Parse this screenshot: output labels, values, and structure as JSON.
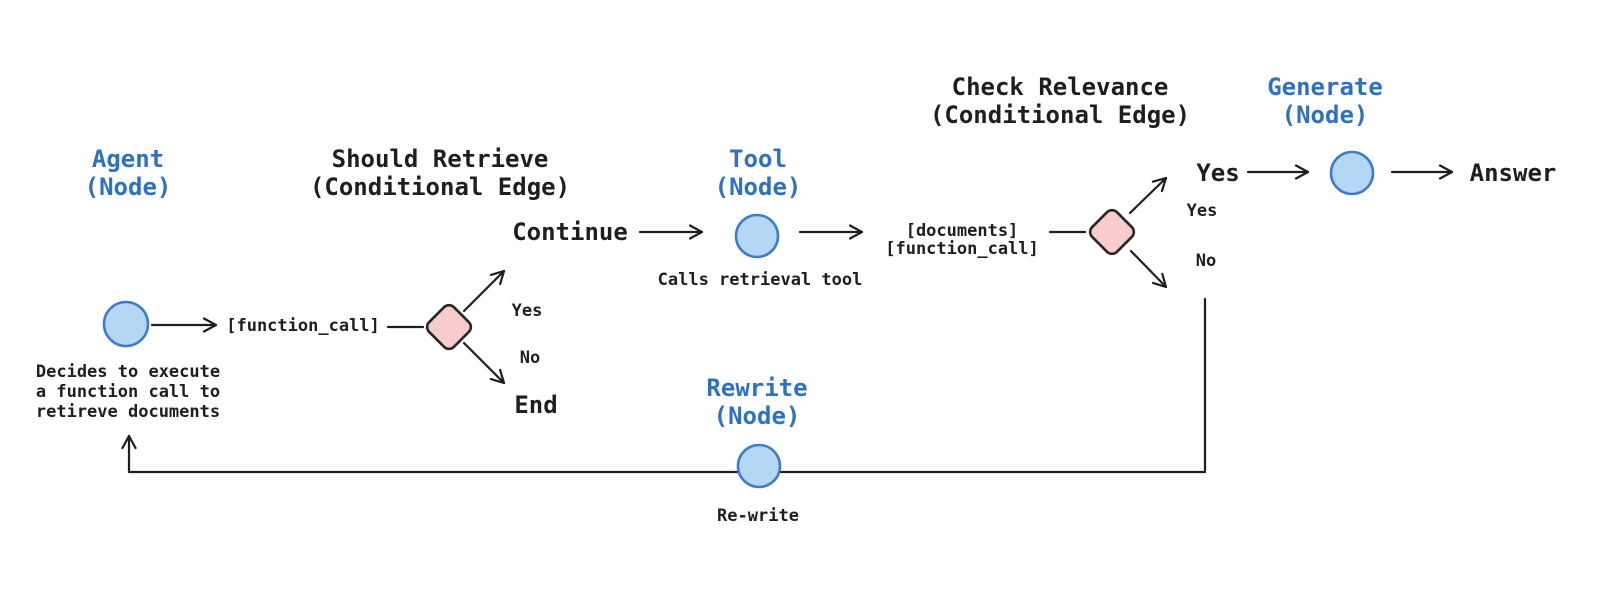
{
  "colors": {
    "text-dark": "#1e1e1e",
    "heading-blue": "#2e70c4",
    "node-fill": "#b4d7f6",
    "node-stroke": "#3f7dc7",
    "diamond-fill": "#f8cccc",
    "diamond-stroke": "#262626",
    "background": "#ffffff"
  },
  "nodes": {
    "agent": {
      "title_line1": "Agent",
      "title_line2": "(Node)",
      "caption_line1": "Decides to execute",
      "caption_line2": "a function call to",
      "caption_line3": "retireve documents"
    },
    "tool": {
      "title_line1": "Tool",
      "title_line2": "(Node)",
      "caption": "Calls retrieval tool"
    },
    "generate": {
      "title_line1": "Generate",
      "title_line2": "(Node)"
    },
    "rewrite": {
      "title_line1": "Rewrite",
      "title_line2": "(Node)",
      "caption": "Re-write"
    }
  },
  "edges": {
    "should_retrieve": {
      "title_line1": "Should Retrieve",
      "title_line2": "(Conditional Edge)",
      "input": "[function_call]",
      "yes_label": "Yes",
      "no_label": "No",
      "yes_target": "Continue",
      "no_target": "End"
    },
    "check_relevance": {
      "title_line1": "Check Relevance",
      "title_line2": "(Conditional Edge)",
      "input_line1": "[documents]",
      "input_line2": "[function_call]",
      "yes_label": "Yes",
      "no_label": "No",
      "yes_target": "Yes",
      "answer": "Answer"
    }
  }
}
